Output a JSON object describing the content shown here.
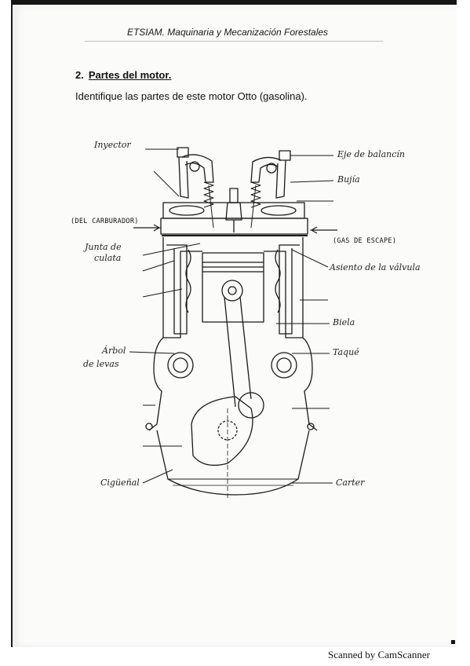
{
  "header": {
    "text": "ETSIAM. Maquinaria y Mecanización Forestales"
  },
  "section": {
    "number": "2.",
    "title": "Partes del motor."
  },
  "instruction": "Identifique las partes de este motor Otto (gasolina).",
  "diagram_labels": {
    "inyector": "Inyector",
    "eje_balancin": "Eje de balancín",
    "bujia": "Bujía",
    "del_carburador": "(DEL CARBURADOR)",
    "gas_escape": "(GAS DE ESCAPE)",
    "junta_culata_1": "Junta de",
    "junta_culata_2": "culata",
    "asiento_valvula": "Asiento de la válvula",
    "biela": "Biela",
    "arbol_levas_1": "Árbol",
    "arbol_levas_2": "de levas",
    "taque": "Taqué",
    "ciguenal": "Cigüeñal",
    "carter": "Carter"
  },
  "footer": "Scanned by CamScanner"
}
